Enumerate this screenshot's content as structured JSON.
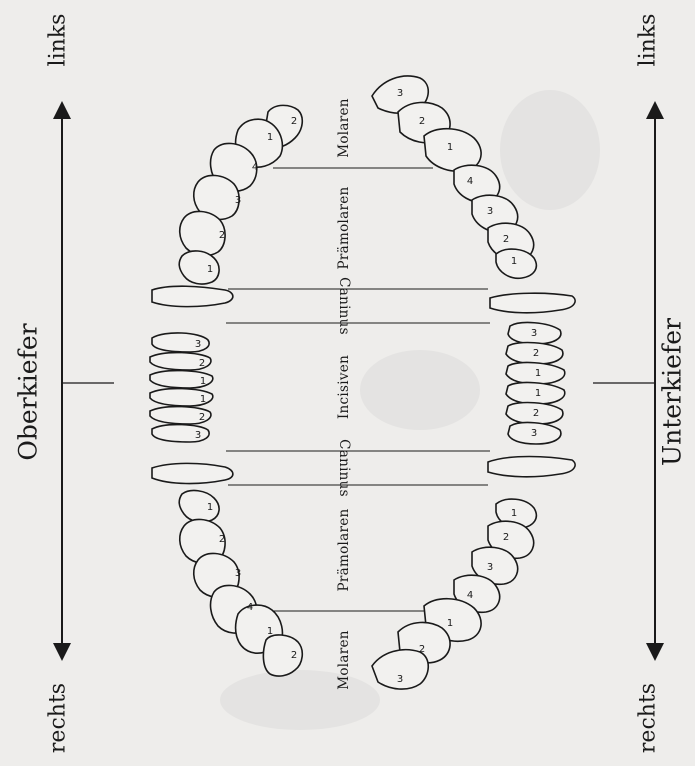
{
  "jaw": {
    "upper": "Oberkiefer",
    "lower": "Unterkiefer"
  },
  "directions": {
    "left": "links",
    "right": "rechts"
  },
  "groups": {
    "molars": "Molaren",
    "premolars": "Prämolaren",
    "canine": "Caninus",
    "incisors": "Incisiven"
  },
  "tooth_numbers": {
    "upper_left": [
      "2",
      "1",
      "4",
      "3",
      "2",
      "1"
    ],
    "upper_incisors": [
      "3",
      "2",
      "1",
      "1",
      "2",
      "3"
    ],
    "upper_right": [
      "1",
      "2",
      "3",
      "4",
      "1",
      "2"
    ],
    "lower_left": [
      "3",
      "2",
      "1",
      "4",
      "3",
      "2",
      "1"
    ],
    "lower_incisors": [
      "3",
      "2",
      "1",
      "1",
      "2",
      "3"
    ],
    "lower_right": [
      "1",
      "2",
      "3",
      "4",
      "1",
      "2",
      "3"
    ]
  }
}
